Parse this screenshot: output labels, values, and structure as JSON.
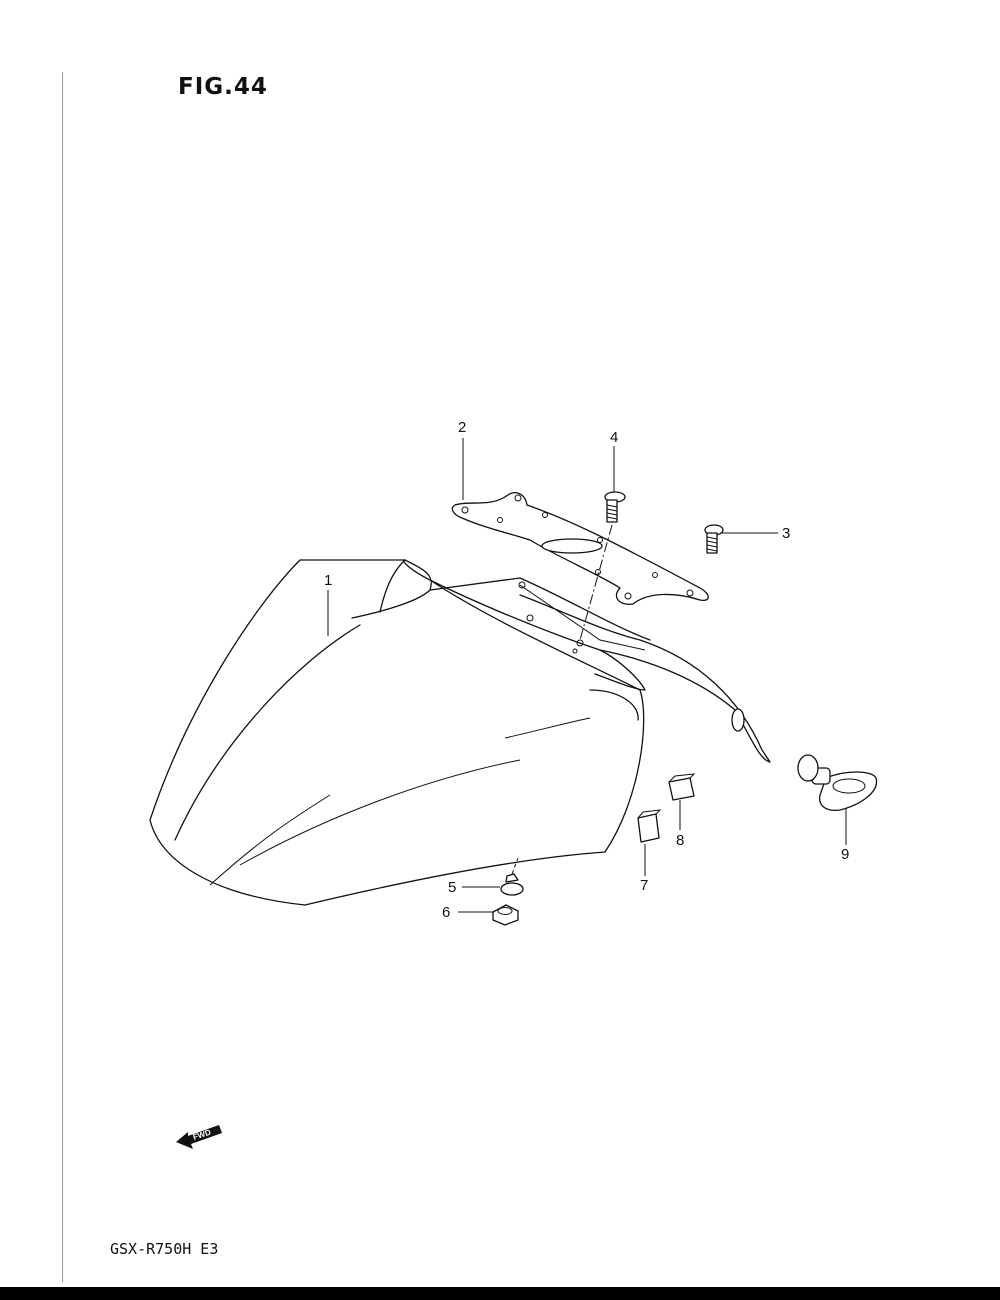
{
  "figure": {
    "title": "FIG.44"
  },
  "footer": {
    "model_code": "GSX-R750H E3"
  },
  "fwd_arrow": {
    "label": "FWD",
    "icon": "fwd-arrow-icon"
  },
  "parts": [
    {
      "id": "1",
      "label": "1",
      "part": "front-fender"
    },
    {
      "id": "2",
      "label": "2",
      "part": "fender-bracket"
    },
    {
      "id": "3",
      "label": "3",
      "part": "screw"
    },
    {
      "id": "4",
      "label": "4",
      "part": "screw"
    },
    {
      "id": "5",
      "label": "5",
      "part": "nut"
    },
    {
      "id": "6",
      "label": "6",
      "part": "nut"
    },
    {
      "id": "7",
      "label": "7",
      "part": "reflector-pad"
    },
    {
      "id": "8",
      "label": "8",
      "part": "reflector-pad"
    },
    {
      "id": "9",
      "label": "9",
      "part": "grommet"
    }
  ]
}
